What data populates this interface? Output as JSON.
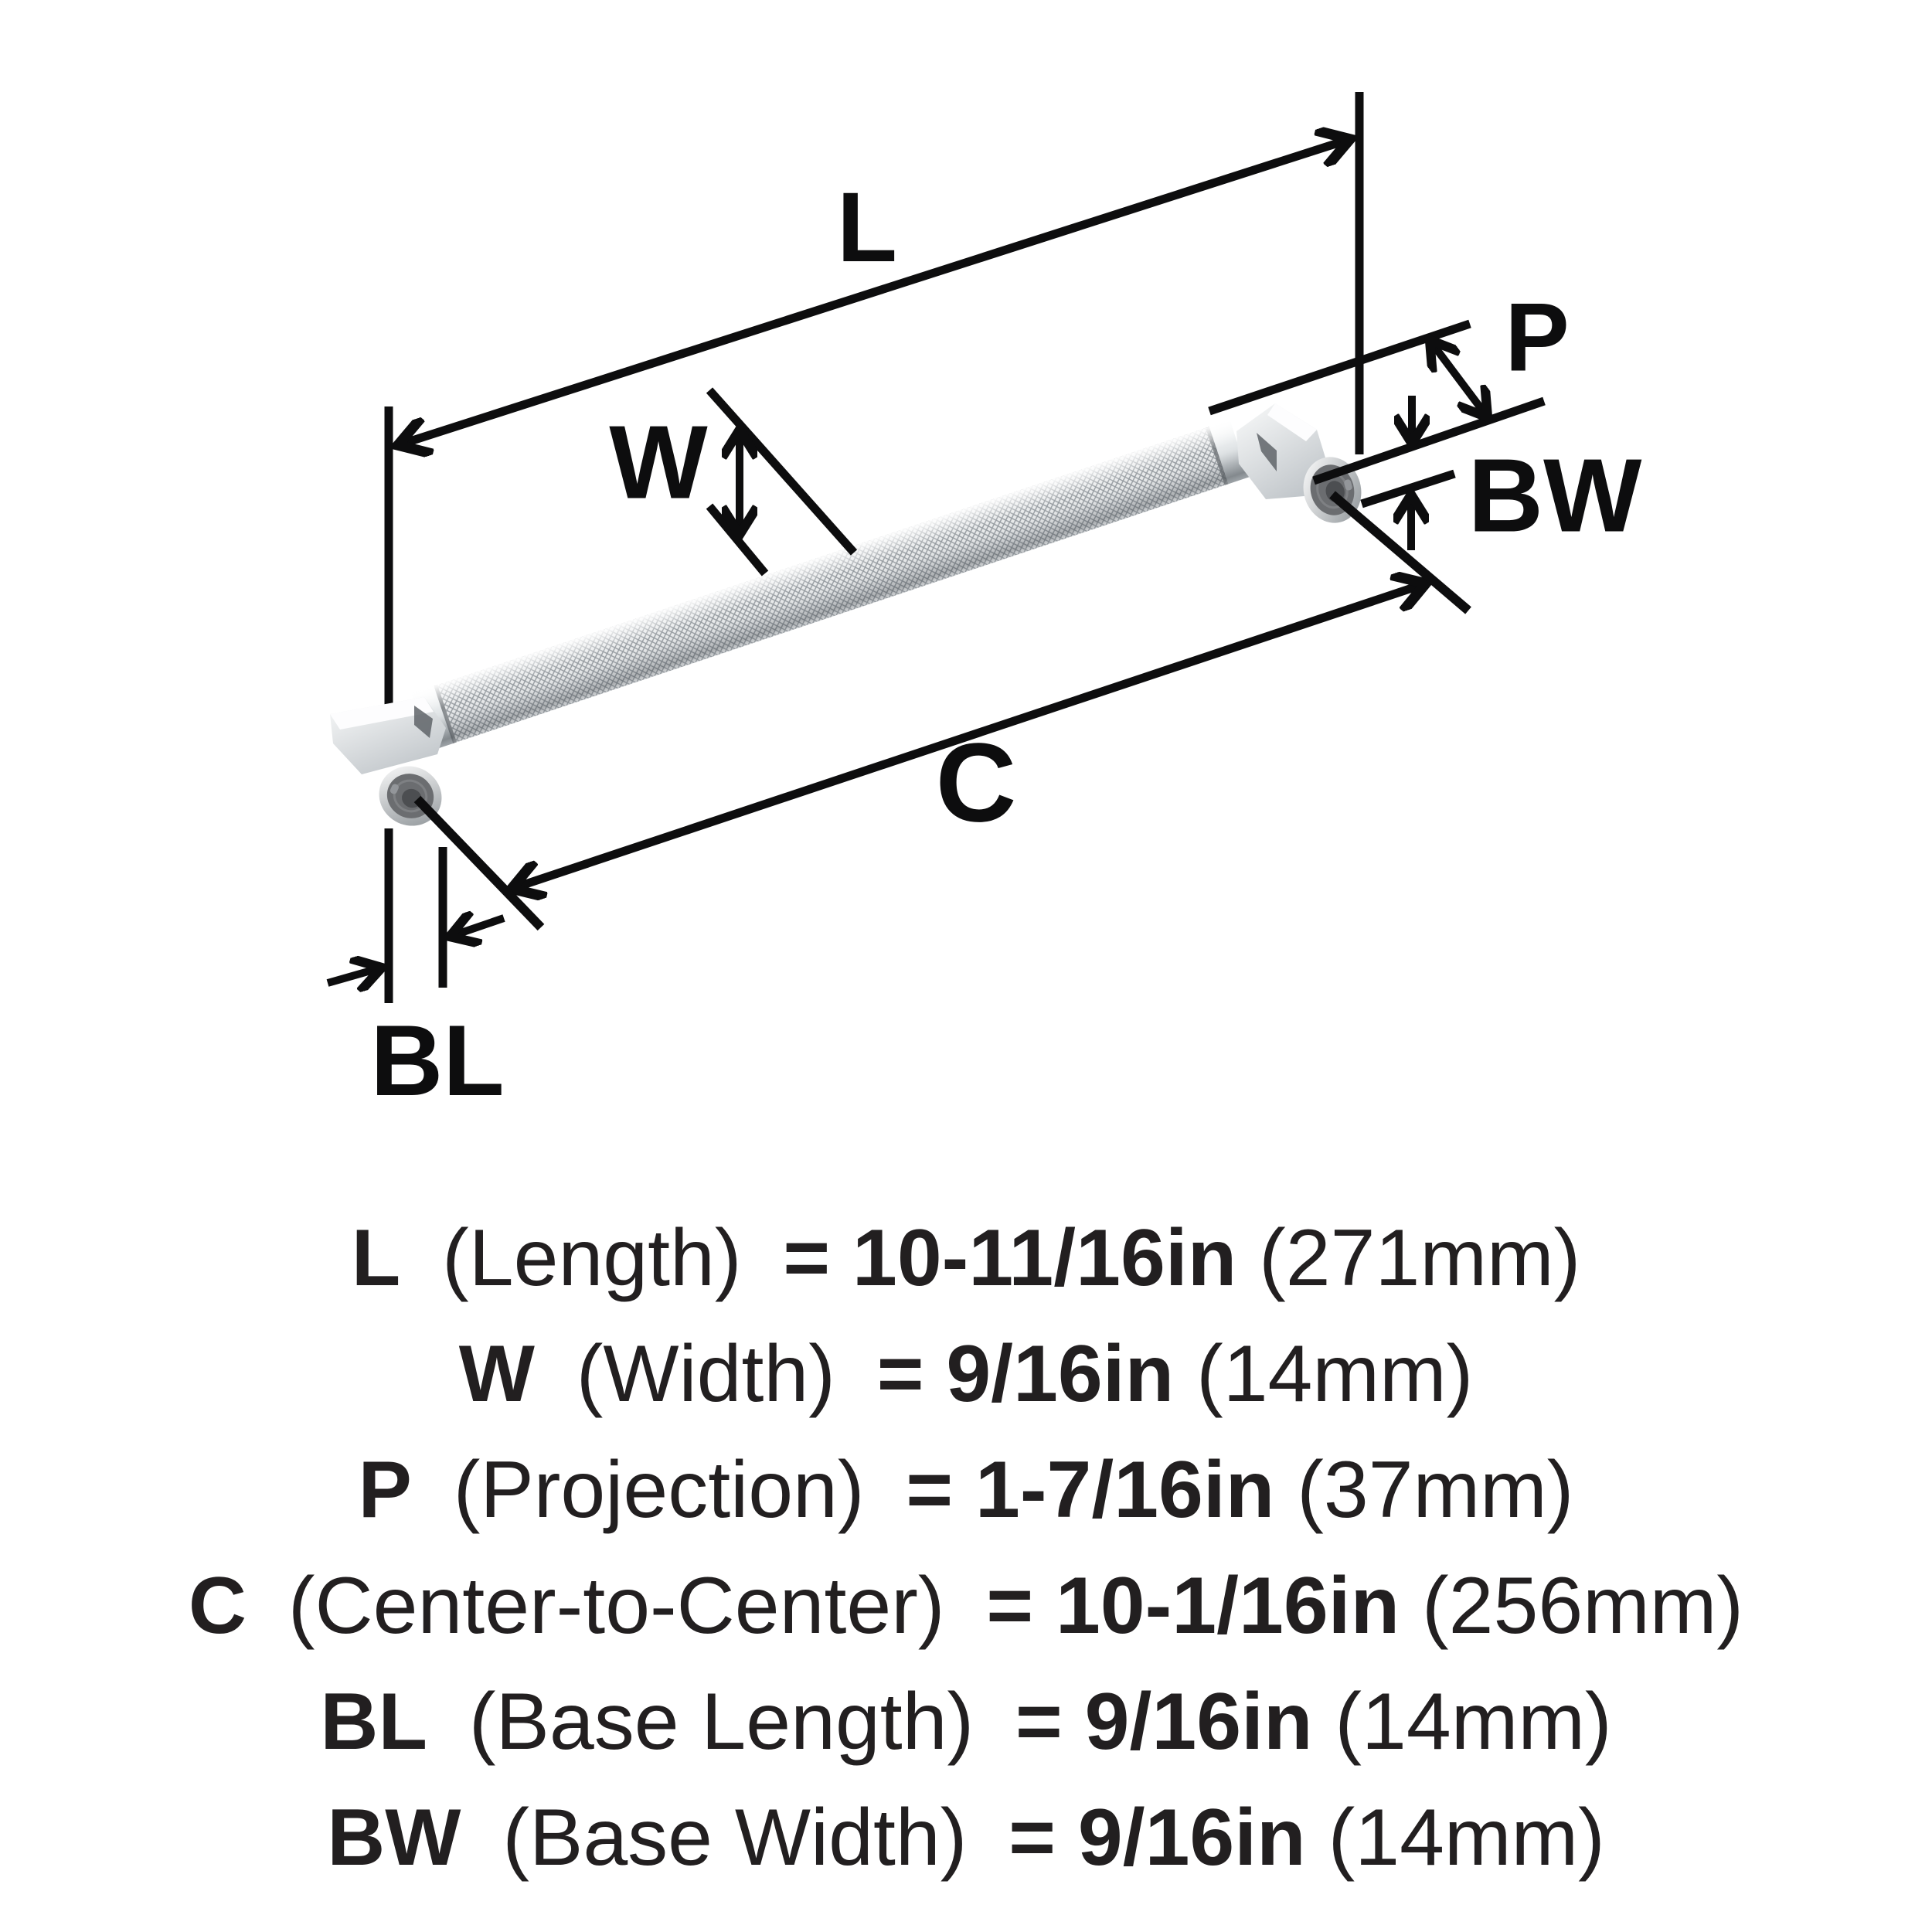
{
  "diagram": {
    "labels": {
      "L": "L",
      "W": "W",
      "P": "P",
      "BW": "BW",
      "C": "C",
      "BL": "BL"
    },
    "subject": "knurled bar cabinet pull with two mounting posts"
  },
  "specs": {
    "lines": [
      {
        "code": "L",
        "label": "(Length)",
        "value": "= 10-11/16in",
        "metric": "(271mm)"
      },
      {
        "code": "W",
        "label": "(Width)",
        "value": "= 9/16in",
        "metric": "(14mm)"
      },
      {
        "code": "P",
        "label": "(Projection)",
        "value": "= 1-7/16in",
        "metric": "(37mm)"
      },
      {
        "code": "C",
        "label": "(Center-to-Center)",
        "value": "= 10-1/16in",
        "metric": "(256mm)"
      },
      {
        "code": "BL",
        "label": "(Base Length)",
        "value": "= 9/16in",
        "metric": "(14mm)"
      },
      {
        "code": "BW",
        "label": "(Base Width)",
        "value": "= 9/16in",
        "metric": "(14mm)"
      }
    ]
  },
  "colors": {
    "background": "#ffffff",
    "line": "#0d0d0e",
    "text": "#221f20",
    "metal_light": "#f7f8f9",
    "metal_mid": "#c3c8cc",
    "metal_dark": "#6b6d70"
  }
}
